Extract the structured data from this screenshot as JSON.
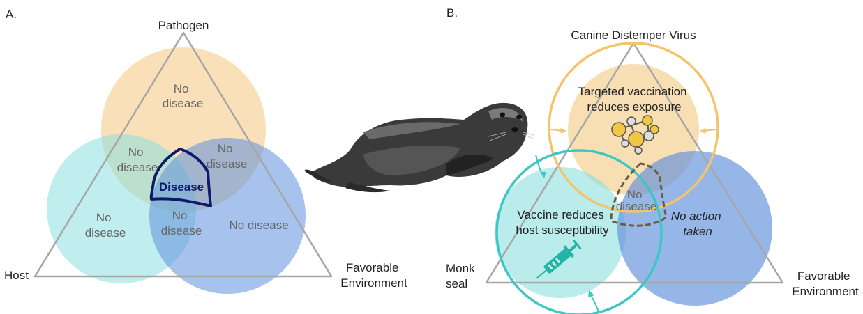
{
  "panel_a": {
    "letter": "A.",
    "vertex_pathogen": "Pathogen",
    "vertex_host": "Host",
    "vertex_environment": [
      "Favorable",
      "Environment"
    ],
    "region_pathogen": [
      "No",
      "disease"
    ],
    "region_host": [
      "No",
      "disease"
    ],
    "region_environment": "No disease",
    "region_pathogen_host": [
      "No",
      "disease"
    ],
    "region_pathogen_environment": [
      "No",
      "disease"
    ],
    "region_host_environment": [
      "No",
      "disease"
    ],
    "region_center": "Disease"
  },
  "panel_b": {
    "letter": "B.",
    "vertex_pathogen": "Canine Distemper Virus",
    "vertex_host": [
      "Monk",
      "seal"
    ],
    "vertex_environment": [
      "Favorable",
      "Environment"
    ],
    "pathogen_text": [
      "Targeted vaccination",
      "reduces exposure"
    ],
    "host_text": [
      "Vaccine reduces",
      "host susceptibility"
    ],
    "environment_text": [
      "No action",
      "taken"
    ],
    "center_text": [
      "No",
      "disease"
    ]
  },
  "colors": {
    "pathogen": "#f6d39a",
    "host": "#8de0e0",
    "environment": "#6f9be0",
    "disease_outline": "#0d1a6b",
    "pathogen_ring": "#f5c46a",
    "host_ring": "#3cc6c6",
    "triangle": "#a6a6a6"
  },
  "icons": [
    "seal-illustration",
    "molecule-icon",
    "syringe-icon"
  ]
}
